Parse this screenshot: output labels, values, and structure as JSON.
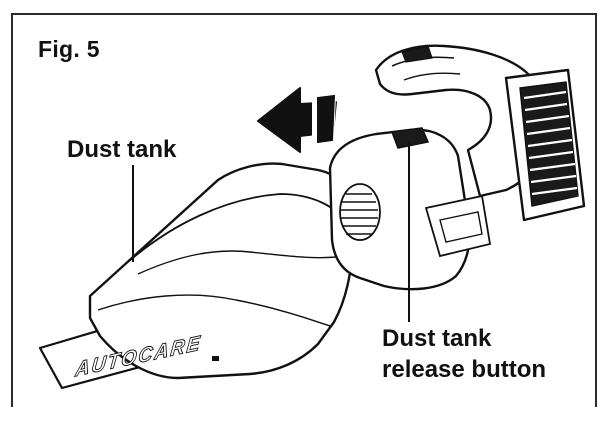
{
  "figure": {
    "label": "Fig. 5"
  },
  "callouts": {
    "dust_tank": "Dust tank",
    "release_button_line1": "Dust tank",
    "release_button_line2": "release button"
  },
  "product": {
    "brand_mark": "AUTOCARE"
  },
  "colors": {
    "line": "#111111",
    "fill": "#ffffff",
    "shade": "#e6e6e6",
    "dark": "#1a1a1a"
  },
  "icons": {
    "direction_arrow": "double-chevron-arrow-left"
  }
}
